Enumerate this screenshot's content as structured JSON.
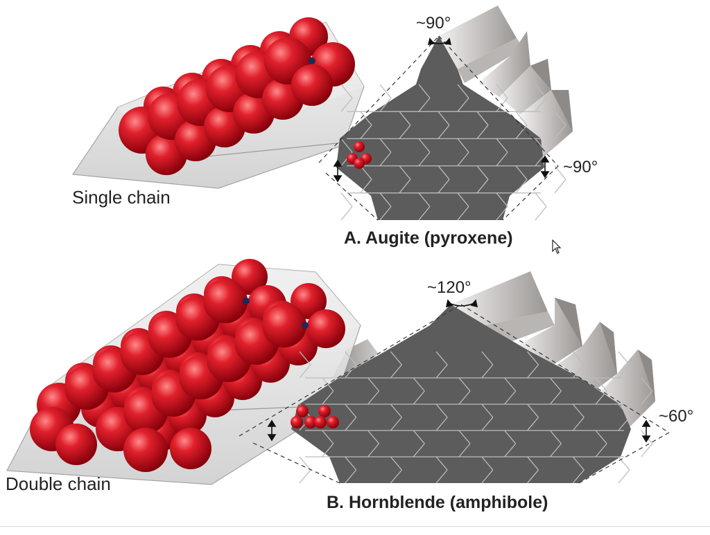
{
  "figure": {
    "panel_a": {
      "chain_label": "Single chain",
      "title": "A. Augite (pyroxene)",
      "cleavage_angle_top": "~90°",
      "cleavage_angle_side": "~90°"
    },
    "panel_b": {
      "chain_label": "Double chain",
      "title": "B. Hornblende (amphibole)",
      "cleavage_angle_top": "~120°",
      "cleavage_angle_side": "~60°"
    }
  },
  "colors": {
    "oxygen_sphere": "#d0121e",
    "silicon_atom": "#1b2a5a",
    "crystal_face": "#5c5c5c",
    "crystal_edge": "#c8c8c8",
    "ridge_light": "#eaeaea",
    "ridge_dark": "#8e8a88",
    "chain_box": "#dcdcdc"
  },
  "icons": {
    "cursor": "mouse-pointer-icon",
    "angle_arrow": "double-arrow-icon"
  }
}
